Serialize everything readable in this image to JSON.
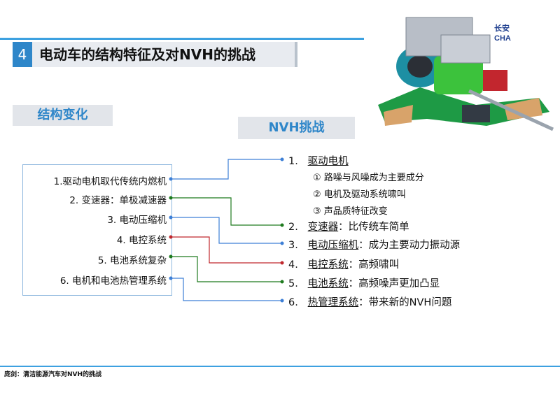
{
  "header": {
    "section_number": "4",
    "title": "电动车的结构特征及对NVH的挑战",
    "brand_logo_text": "长安 CHA"
  },
  "labels": {
    "structure_change": "结构变化",
    "nvh_challenge": "NVH挑战"
  },
  "left_items": [
    "1.驱动电机取代传统内燃机",
    "2. 变速器：单极减速器",
    "3. 电动压缩机",
    "4. 电控系统",
    "5. 电池系统复杂",
    "6. 电机和电池热管理系统"
  ],
  "right_items": [
    {
      "num": "1.",
      "name": "驱动电机",
      "desc": ""
    },
    {
      "num": "2.",
      "name": "变速器",
      "desc": "：比传统车简单"
    },
    {
      "num": "3.",
      "name": "电动压缩机",
      "desc": "：成为主要动力振动源"
    },
    {
      "num": "4.",
      "name": "电控系统",
      "desc": "：高频啸叫"
    },
    {
      "num": "5.",
      "name": "电池系统",
      "desc": "：高频噪声更加凸显"
    },
    {
      "num": "6.",
      "name": "热管理系统",
      "desc": "：带来新的NVH问题"
    }
  ],
  "motor_subitems": [
    "①  路噪与风噪成为主要成分",
    "②  电机及驱动系统啸叫",
    "③  声品质特征改变"
  ],
  "footer": "庞剑：清洁能源汽车对NVH的挑战",
  "colors": {
    "accent_blue": "#2e86c9",
    "line_blue": "#3d7fd6",
    "line_green": "#1e7a1e",
    "line_red": "#c0282d"
  }
}
